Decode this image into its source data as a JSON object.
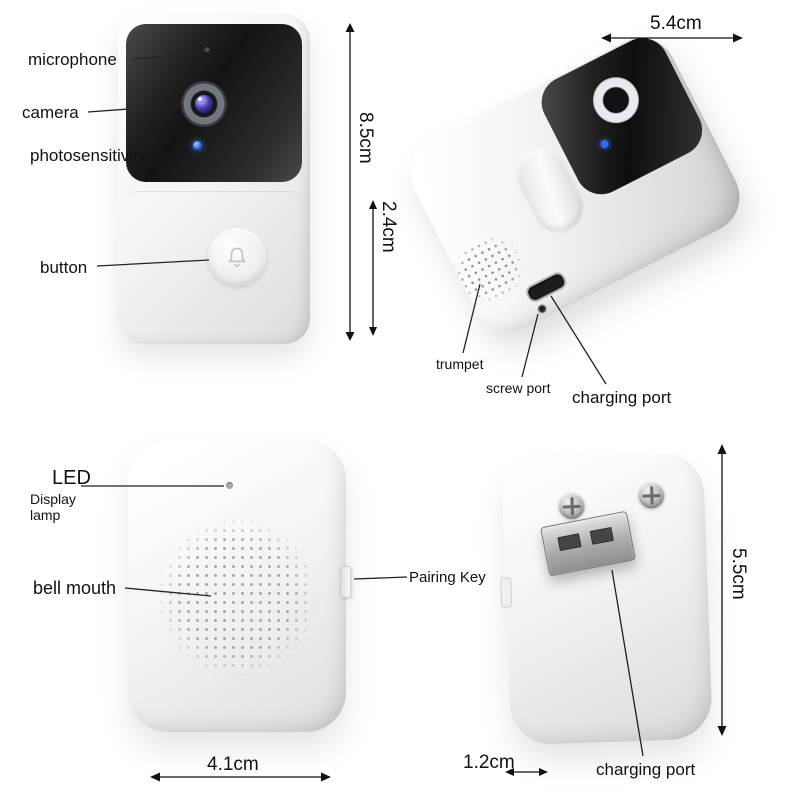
{
  "doorbell_front_view": {
    "labels": {
      "microphone": "microphone",
      "camera": "camera",
      "photosensitivity": "photosensitivity",
      "button": "button"
    },
    "dimensions": {
      "height": "8.5cm",
      "depth": "2.4cm"
    }
  },
  "doorbell_angled_view": {
    "labels": {
      "trumpet": "trumpet",
      "screw_port": "screw port",
      "charging_port": "charging port"
    },
    "dimensions": {
      "width": "5.4cm"
    }
  },
  "chime_front_view": {
    "labels": {
      "led": "LED",
      "display_lamp": "Display lamp",
      "bell_mouth": "bell mouth",
      "pairing_key": "Pairing Key"
    },
    "dimensions": {
      "width": "4.1cm"
    }
  },
  "chime_back_view": {
    "labels": {
      "charging_port": "charging port"
    },
    "dimensions": {
      "height": "5.5cm",
      "thickness": "1.2cm"
    }
  }
}
